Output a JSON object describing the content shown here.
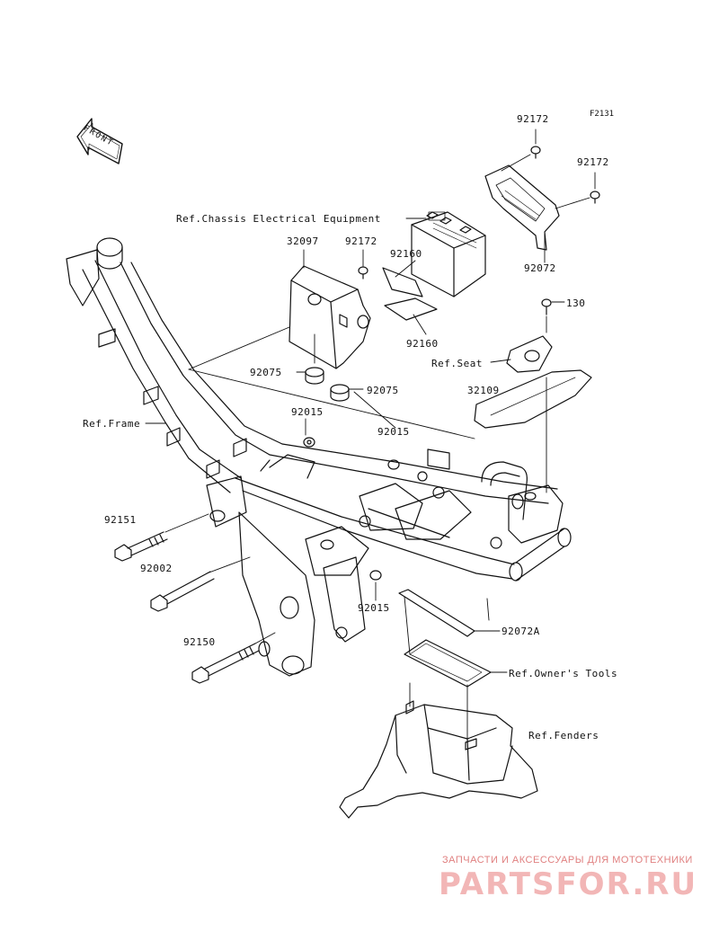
{
  "diagram": {
    "figure_code": "F2131",
    "front_marker": "FRONT",
    "labels": {
      "p92172_top": "92172",
      "p92172_right": "92172",
      "ref_chassis": "Ref.Chassis Electrical Equipment",
      "p32097": "32097",
      "p92172_mid": "92172",
      "p92160_a": "92160",
      "p92160_b": "92160",
      "p92072": "92072",
      "p130": "130",
      "ref_seat": "Ref.Seat",
      "p92075_a": "92075",
      "p92075_b": "92075",
      "p32109": "32109",
      "ref_frame": "Ref.Frame",
      "p92015_a": "92015",
      "p92015_b": "92015",
      "p92151": "92151",
      "p92002": "92002",
      "p92015_c": "92015",
      "p92072a": "92072A",
      "p92150": "92150",
      "ref_tools": "Ref.Owner's Tools",
      "ref_fenders": "Ref.Fenders"
    }
  },
  "watermark": {
    "tagline": "ЗАПЧАСТИ И АКСЕССУАРЫ ДЛЯ МОТОТЕХНИКИ",
    "brand": "PARTSFOR.RU",
    "color": "#e07070"
  }
}
